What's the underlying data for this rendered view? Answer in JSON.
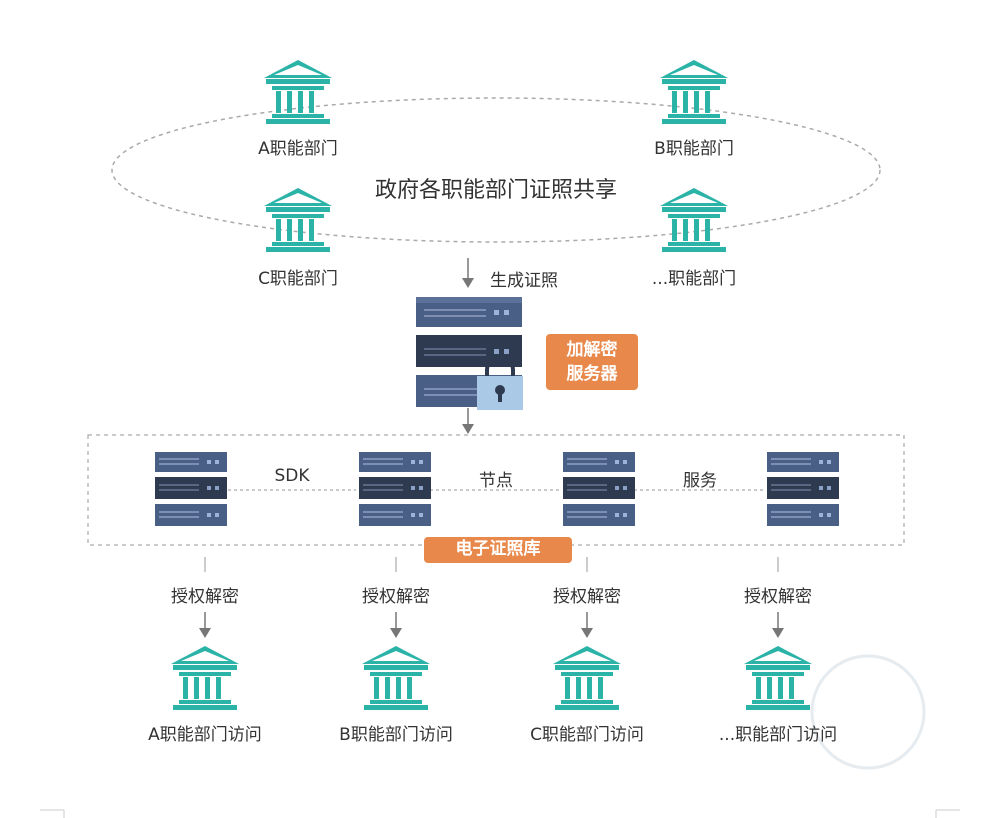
{
  "top_group": {
    "title": "政府各职能部门证照共享",
    "departments": [
      "A职能部门",
      "B职能部门",
      "C职能部门",
      "...职能部门"
    ]
  },
  "generate_label": "生成证照",
  "encryption_server": {
    "line1": "加解密",
    "line2": "服务器"
  },
  "network": {
    "labels": [
      "SDK",
      "节点",
      "服务"
    ],
    "badge": "电子证照库"
  },
  "access": {
    "auth_label": "授权解密",
    "targets": [
      "A职能部门访问",
      "B职能部门访问",
      "C职能部门访问",
      "...职能部门访问"
    ]
  },
  "colors": {
    "building": "#2bb3a8",
    "server_dark": "#2e3a4f",
    "server_blue": "#4a5f86",
    "badge": "#e8884a",
    "lock_bg": "#a9c9e6",
    "arrow": "#777777"
  }
}
